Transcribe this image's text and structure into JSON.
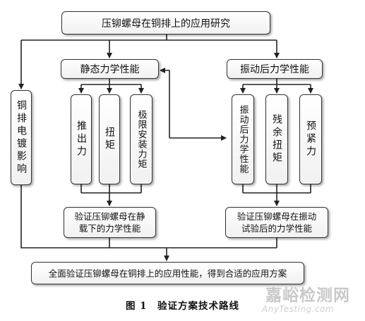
{
  "title": "压铆螺母在铜排上的应用研究",
  "left_branch": "铜排电镀影响",
  "static": {
    "header": "静态力学性能",
    "items": [
      "推出力",
      "扭矩",
      "极限安装力矩"
    ],
    "verify_line1": "验证压铆螺母在静",
    "verify_line2": "载下的力学性能"
  },
  "vibration": {
    "header": "振动后力学性能",
    "items": [
      "振动后力学性能",
      "残余扭矩",
      "预紧力"
    ],
    "verify_line1": "验证压铆螺母在振动",
    "verify_line2": "试验后的力学性能"
  },
  "final": "全面验证压铆螺母在铜排上的应用性能，得到合适的应用方案",
  "caption": "图 1　验证方案技术路线",
  "watermark": {
    "cn": "嘉峪检测网",
    "en": "AnyTesting.com"
  }
}
